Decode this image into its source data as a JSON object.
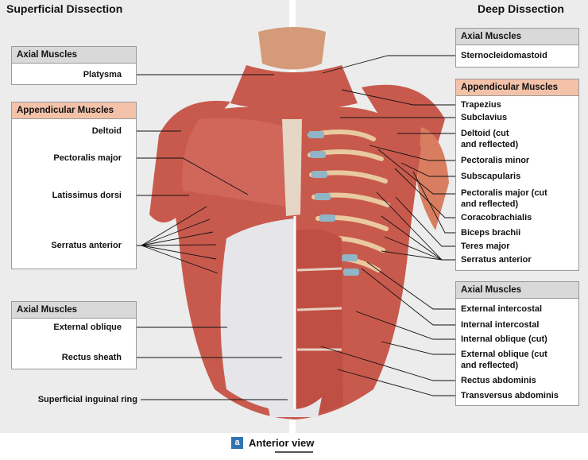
{
  "titles": {
    "superficial": "Superficial Dissection",
    "deep": "Deep Dissection"
  },
  "left": {
    "box1": {
      "header": "Axial Muscles",
      "labels": [
        "Platysma"
      ]
    },
    "box2": {
      "header": "Appendicular Muscles",
      "labels": [
        "Deltoid",
        "Pectoralis major",
        "Latissimus dorsi",
        "Serratus anterior"
      ]
    },
    "box3": {
      "header": "Axial Muscles",
      "labels": [
        "External oblique",
        "Rectus sheath"
      ]
    },
    "extra_label": "Superficial inguinal ring"
  },
  "right": {
    "box1": {
      "header": "Axial Muscles",
      "labels": [
        "Sternocleidomastoid"
      ]
    },
    "box2": {
      "header": "Appendicular Muscles",
      "labels": [
        "Trapezius",
        "Subclavius",
        "Deltoid (cut and reflected)",
        "Pectoralis minor",
        "Subscapularis",
        "Pectoralis major (cut and reflected)",
        "Coracobrachialis",
        "Biceps brachii",
        "Teres major",
        "Serratus anterior"
      ]
    },
    "box3": {
      "header": "Axial Muscles",
      "labels": [
        "External intercostal",
        "Internal intercostal",
        "Internal oblique (cut)",
        "External oblique (cut and reflected)",
        "Rectus abdominis",
        "Transversus abdominis"
      ]
    }
  },
  "caption": {
    "badge": "a",
    "text": "Anterior view"
  },
  "colors": {
    "muscle": "#c85a4d",
    "muscle_light": "#de8576",
    "sheath": "#e6e6ea",
    "skin": "#d49a7a",
    "cartilage": "#8fb5c6",
    "rib": "#e9c9a0"
  }
}
